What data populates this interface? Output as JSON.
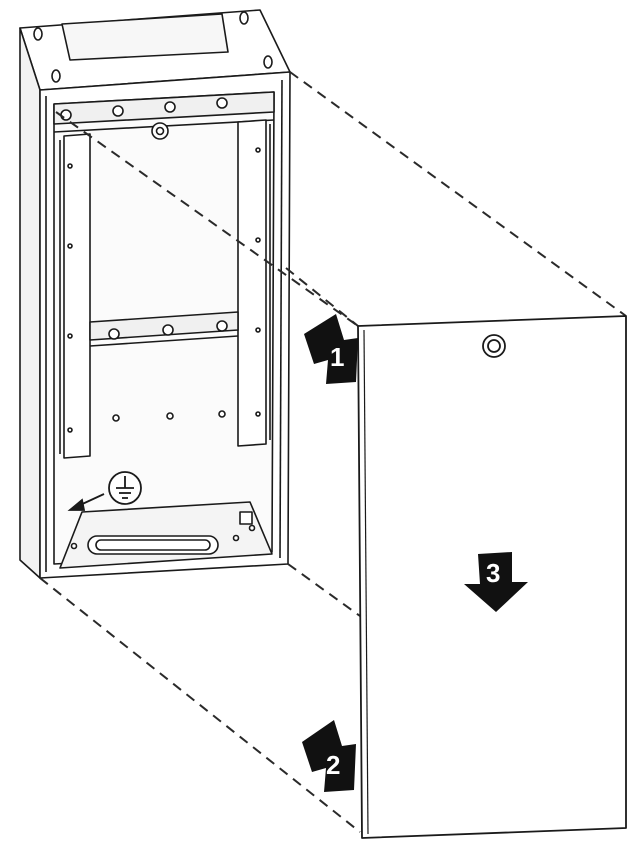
{
  "diagram": {
    "steps": [
      {
        "label": "1",
        "action": "slide-in-top"
      },
      {
        "label": "2",
        "action": "slide-in-bottom"
      },
      {
        "label": "3",
        "action": "push-down"
      }
    ],
    "colors": {
      "line": "#1a1a1a",
      "fill": "#ffffff",
      "panel_shade": "#f4f4f4",
      "arrow": "#111111",
      "label_text": "#ffffff"
    },
    "icons": [
      "ground-symbol-icon",
      "screw-icon",
      "lock-icon"
    ]
  }
}
